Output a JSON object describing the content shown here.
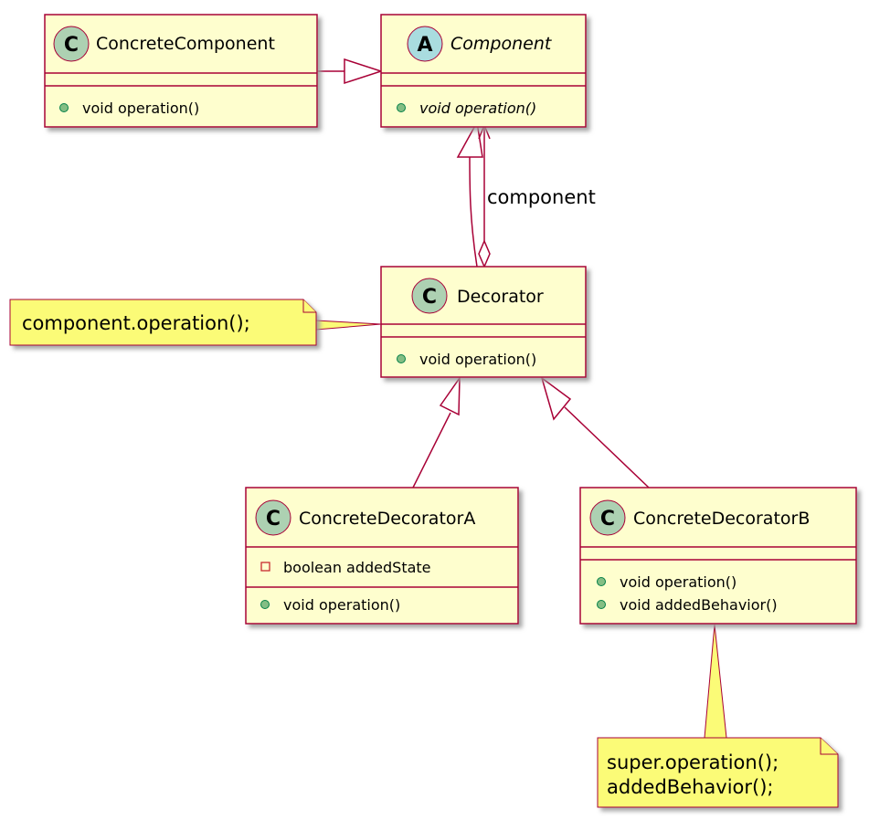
{
  "colors": {
    "class_fill": "#FEFECE",
    "class_border": "#A80036",
    "stereotype_class": "#ADD1B2",
    "stereotype_abstract": "#A9DCDF",
    "public_marker": "#84BE84",
    "private_marker": "#C82930",
    "note_fill": "#FBFB77",
    "shadow": "#999999"
  },
  "classes": {
    "concrete_component": {
      "name": "ConcreteComponent",
      "stereotype_letter": "C",
      "methods": [
        "void operation()"
      ]
    },
    "component": {
      "name": "Component",
      "stereotype_letter": "A",
      "abstract": true,
      "methods": [
        "void operation()"
      ]
    },
    "decorator": {
      "name": "Decorator",
      "stereotype_letter": "C",
      "methods": [
        "void operation()"
      ]
    },
    "concrete_decorator_a": {
      "name": "ConcreteDecoratorA",
      "stereotype_letter": "C",
      "fields": [
        "boolean addedState"
      ],
      "methods": [
        "void operation()"
      ]
    },
    "concrete_decorator_b": {
      "name": "ConcreteDecoratorB",
      "stereotype_letter": "C",
      "methods": [
        "void operation()",
        "void addedBehavior()"
      ]
    }
  },
  "relations": {
    "aggregation_label": "component"
  },
  "notes": {
    "decorator_note": "component.operation();",
    "decorator_b_note": [
      "super.operation();",
      "addedBehavior();"
    ]
  }
}
